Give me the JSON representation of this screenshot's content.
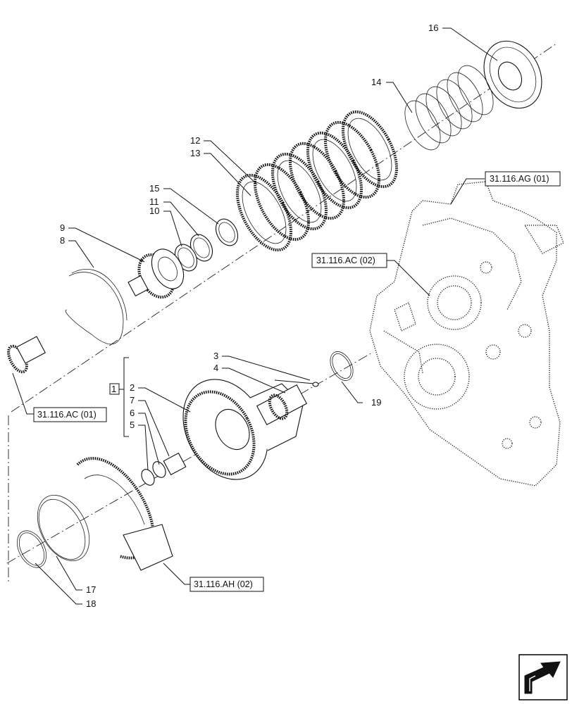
{
  "callouts": {
    "n1": "1",
    "n2": "2",
    "n3": "3",
    "n4": "4",
    "n5": "5",
    "n6": "6",
    "n7": "7",
    "n8": "8",
    "n9": "9",
    "n10": "10",
    "n11": "11",
    "n12": "12",
    "n13": "13",
    "n14": "14",
    "n15": "15",
    "n16": "16",
    "n17": "17",
    "n18": "18",
    "n19": "19"
  },
  "references": {
    "ag01": "31.116.AG (01)",
    "ac02": "31.116.AC (02)",
    "ac01": "31.116.AC (01)",
    "ah02": "31.116.AH (02)"
  },
  "nav_icon": "next-page-arrow-icon"
}
